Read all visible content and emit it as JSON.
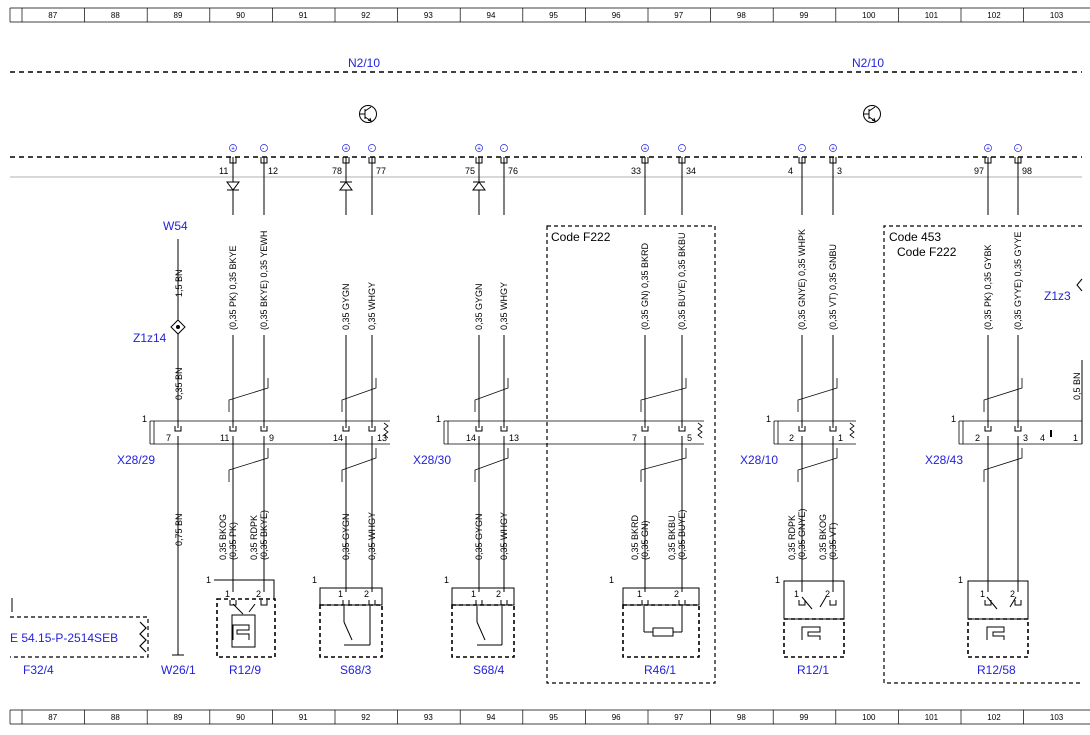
{
  "grid_numbers": [
    "87",
    "88",
    "89",
    "90",
    "91",
    "92",
    "93",
    "94",
    "95",
    "96",
    "97",
    "98",
    "99",
    "100",
    "101",
    "102",
    "103"
  ],
  "modules": {
    "left": "N2/10",
    "right": "N2/10"
  },
  "connectors": {
    "x28_29": "X28/29",
    "x28_30": "X28/30",
    "x28_10": "X28/10",
    "x28_43": "X28/43"
  },
  "connector_pin_one": "1",
  "codes": {
    "f222_a": "Code F222",
    "c453": "Code 453",
    "f222_b": "Code F222"
  },
  "ground": {
    "w54": "W54",
    "z1z14": "Z1z14",
    "z1z3": "Z1z3",
    "w26": "W26/1",
    "w54_wire": "1,5 BN",
    "z_wire": "0,35 BN",
    "lower_wire": "0,75 BN",
    "f32_ref": "E 54.15-P-2514SEB",
    "f32": "F32/4",
    "right_partial_wire": "0,5 BN"
  },
  "polarity": {
    "plus": "+",
    "minus": "-"
  },
  "circuits": [
    {
      "pins_top": [
        "11",
        "12"
      ],
      "upper_wires": [
        "(0,35 PK) 0,35 BKYE",
        "(0,35 BKYE) 0,35 YEWH"
      ],
      "pins_conn": [
        "11",
        "9"
      ],
      "lower_wires": [
        "0,35 BKOG\n(0,35 PK)",
        "0,35 RDPK\n(0,35 BKYE)"
      ],
      "comp_pins": [
        "1",
        "2"
      ],
      "comp_no": "1",
      "label": "R12/9"
    },
    {
      "pins_top": [
        "78",
        "77"
      ],
      "upper_wires": [
        "0,35 GYGN",
        "0,35 WHGY"
      ],
      "pins_conn": [
        "14",
        "13"
      ],
      "lower_wires": [
        "0,35 GYGN",
        "0,35 WHGY"
      ],
      "comp_pins": [
        "1",
        "2"
      ],
      "comp_no": "1",
      "label": "S68/3"
    },
    {
      "pins_top": [
        "75",
        "76"
      ],
      "upper_wires": [
        "0,35 GYGN",
        "0,35 WHGY"
      ],
      "pins_conn": [
        "14",
        "13"
      ],
      "lower_wires": [
        "0,35 GYGN",
        "0,35 WHGY"
      ],
      "comp_pins": [
        "1",
        "2"
      ],
      "comp_no": "1",
      "label": "S68/4"
    },
    {
      "pins_top": [
        "33",
        "34"
      ],
      "upper_wires": [
        "(0,35 GN) 0,35 BKRD",
        "(0,35 BUYE) 0,35 BKBU"
      ],
      "pins_conn": [
        "7",
        "5"
      ],
      "lower_wires": [
        "0,35 BKRD\n(0,35 GN)",
        "0,35 BKBU\n(0,35 BUYE)"
      ],
      "comp_pins": [
        "1",
        "2"
      ],
      "comp_no": "1",
      "label": "R46/1"
    },
    {
      "pins_top": [
        "4",
        "3"
      ],
      "upper_wires": [
        "(0,35 GNYE) 0,35 WHPK",
        "(0,35 VT) 0,35 GNBU"
      ],
      "pins_conn": [
        "2",
        "1"
      ],
      "lower_wires": [
        "0,35 RDPK\n(0,35 GNYE)",
        "0,35 BKOG\n(0,35 VT)"
      ],
      "comp_pins": [
        "1",
        "2"
      ],
      "comp_no": "1",
      "label": "R12/1"
    },
    {
      "pins_top": [
        "97",
        "98"
      ],
      "upper_wires": [
        "(0,35 PK) 0,35 GYBK",
        "(0,35 GYYE) 0,35 GYYE"
      ],
      "pins_conn": [
        "2",
        "3"
      ],
      "lower_wires": [],
      "comp_pins": [
        "1",
        "2"
      ],
      "comp_no": "1",
      "label": "R12/58"
    }
  ],
  "x28_29_pin7": "7",
  "x28_43_extra": [
    "4",
    "1"
  ]
}
